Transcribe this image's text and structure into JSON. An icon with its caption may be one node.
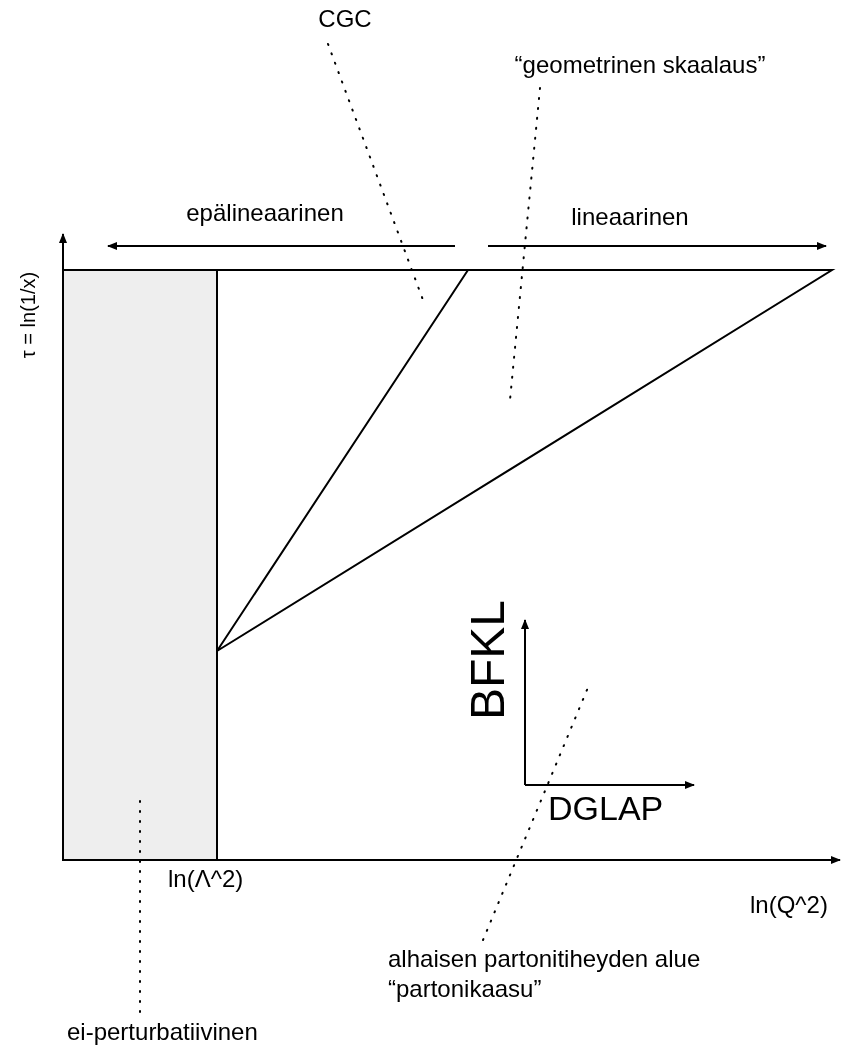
{
  "diagram": {
    "nodes": [
      {
        "text": [
          "CGC"
        ]
      },
      {
        "text": [
          "“geometrinen skaalaus”"
        ]
      },
      {
        "text": [
          "alhaisen partonitiheyden alue",
          "“partonikaasu”"
        ]
      },
      {
        "text": [
          "ei-perturbatiivinen"
        ]
      },
      {
        "text": [],
        "shape": "box"
      }
    ],
    "edges": [
      {
        "from": 0,
        "to": null,
        "arrow": "none"
      },
      {
        "from": 1,
        "to": null,
        "arrow": "none"
      },
      {
        "from": 2,
        "to": null,
        "arrow": "none"
      },
      {
        "from": 3,
        "to": 4,
        "arrow": "none"
      }
    ],
    "labels": [
      "epälineaarinen",
      "lineaarinen",
      "τ = ln(1/x)",
      "BFKL",
      "DGLAP",
      "ln(Λ^2)",
      "ln(Q^2)"
    ]
  }
}
